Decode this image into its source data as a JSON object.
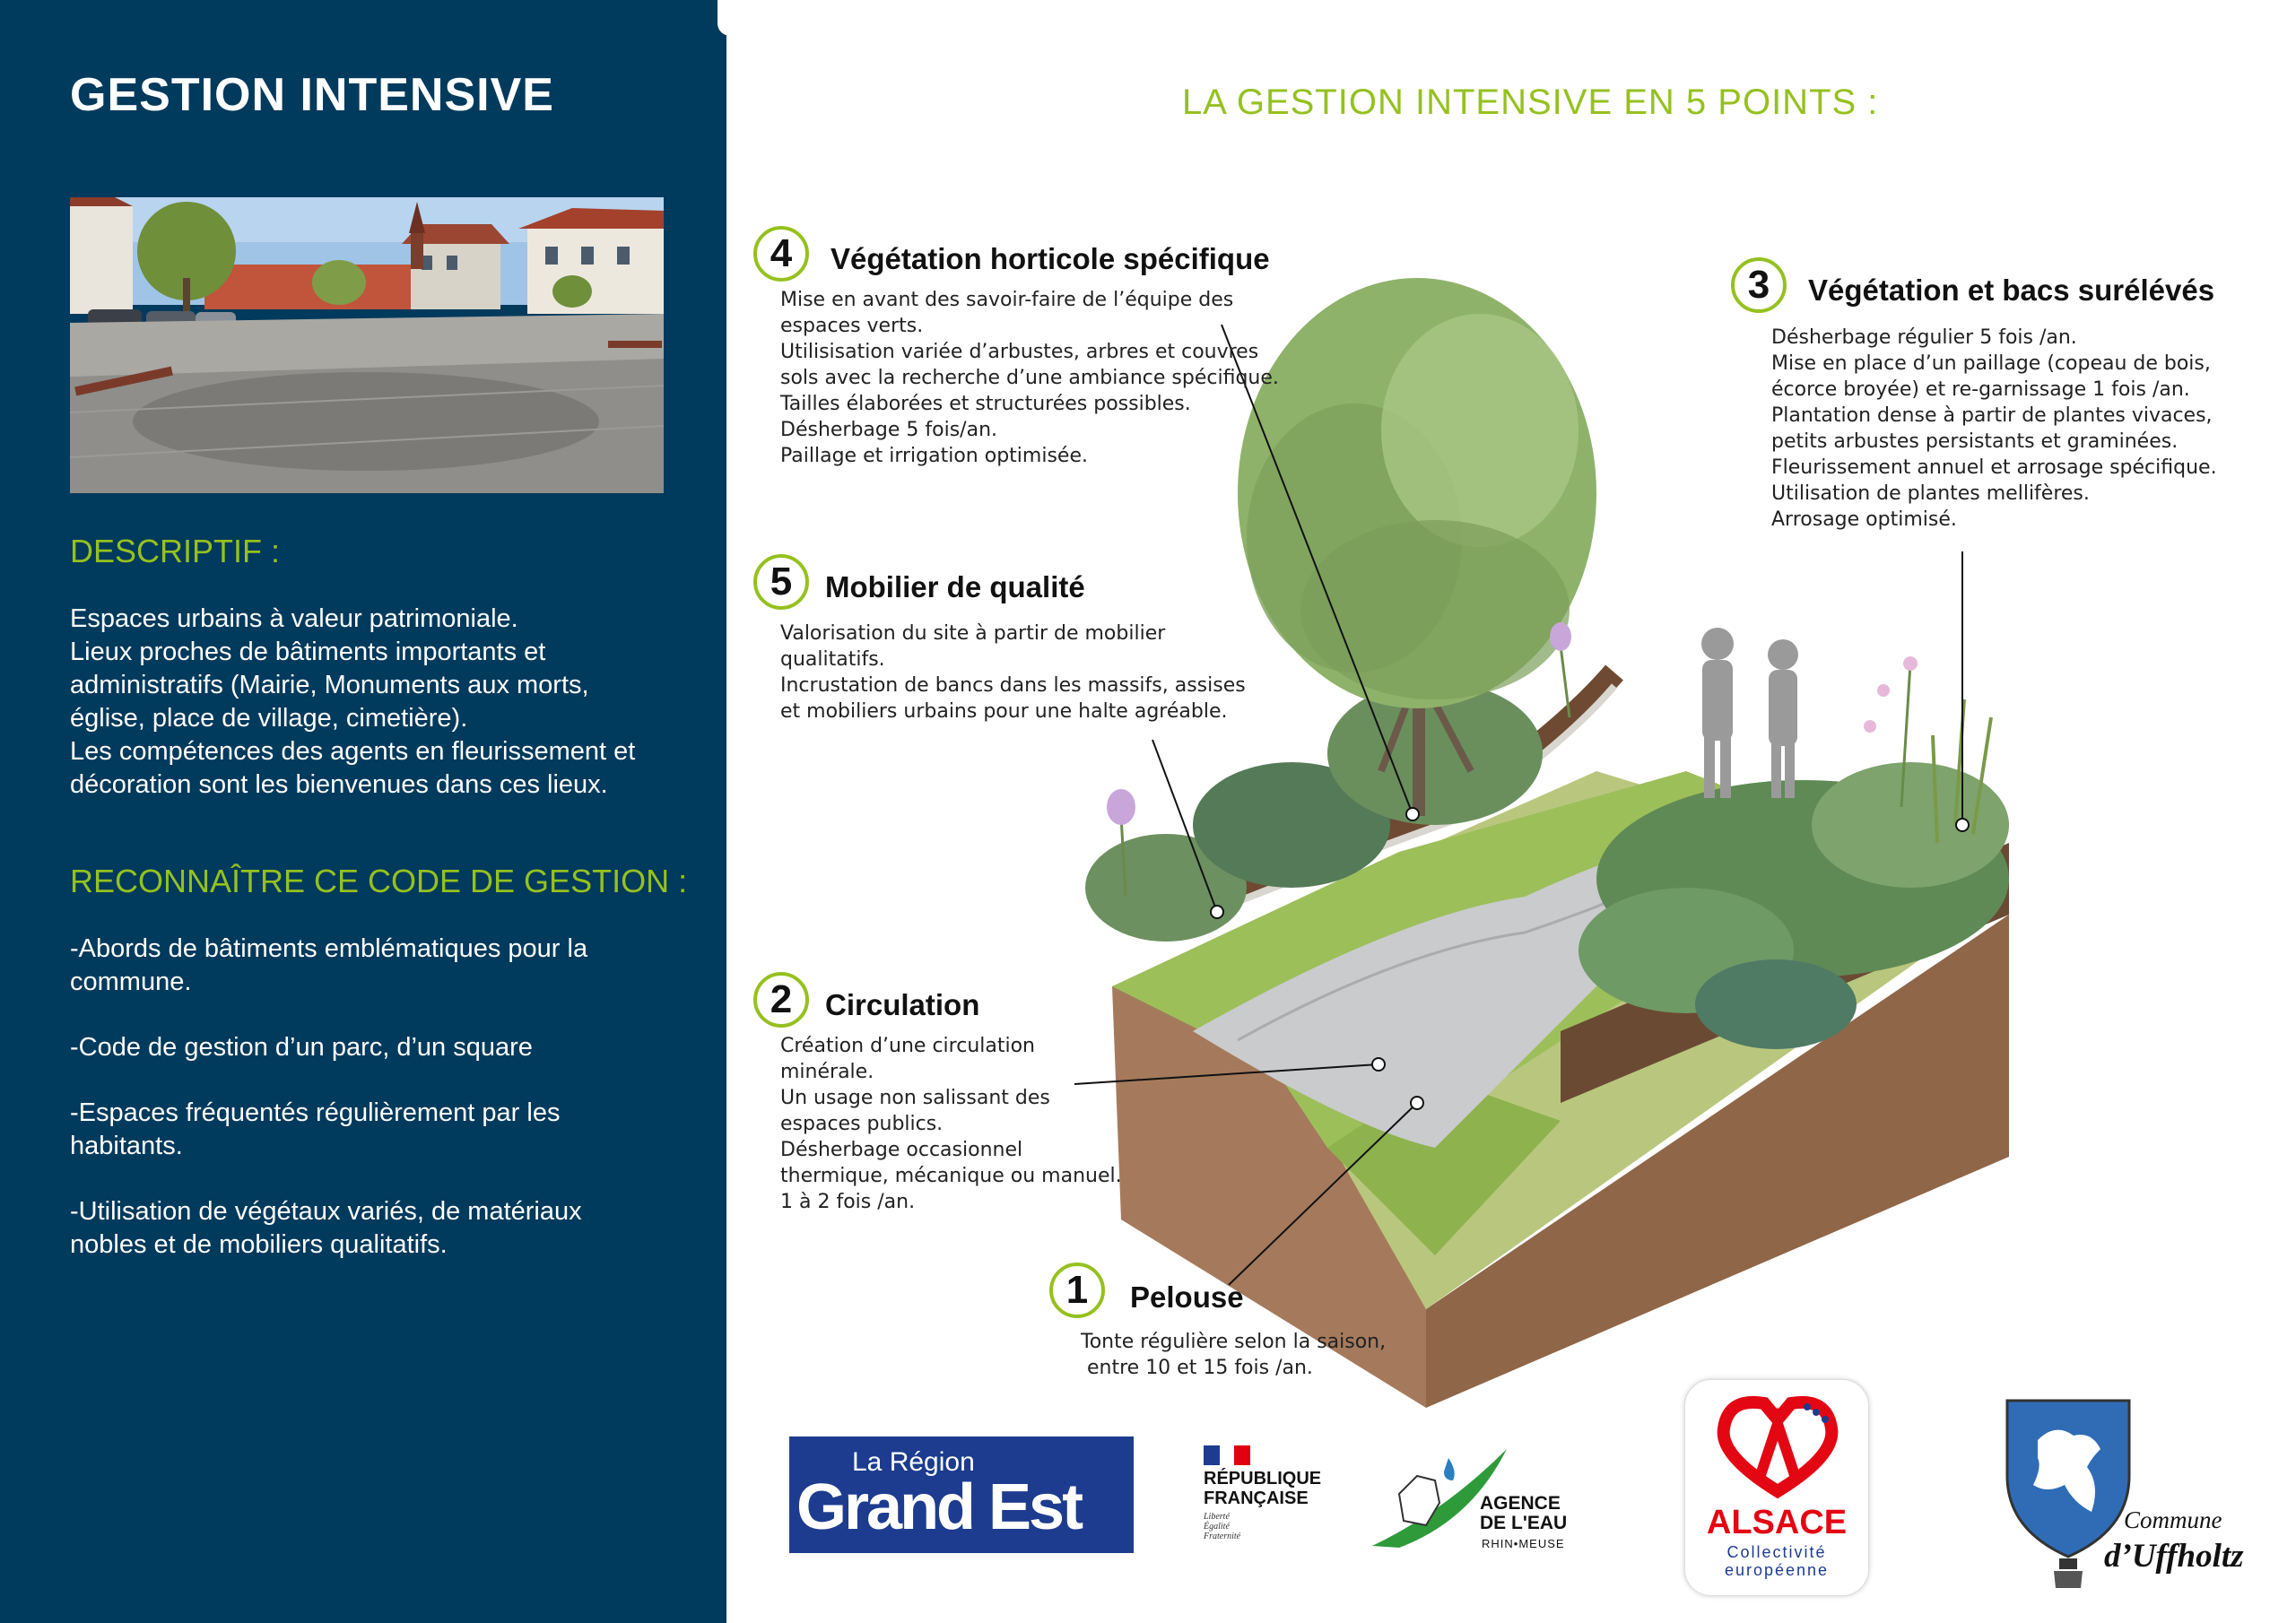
{
  "left": {
    "title": "GESTION INTENSIVE",
    "descriptif_heading": "DESCRIPTIF :",
    "descriptif_lines": [
      "Espaces urbains à valeur patrimoniale.",
      "Lieux proches de bâtiments importants et",
      "administratifs (Mairie, Monuments aux morts,",
      "église, place de village, cimetière).",
      "Les compétences des agents en fleurissement et",
      "décoration sont les bienvenues dans ces lieux."
    ],
    "reconnaitre_heading": "RECONNAÎTRE CE CODE DE GESTION :",
    "code_items": [
      [
        "-Abords de bâtiments emblématiques pour la",
        "commune."
      ],
      [
        "-Code de gestion d’un parc, d’un square"
      ],
      [
        "-Espaces fréquentés régulièrement par les",
        "habitants."
      ],
      [
        "-Utilisation de végétaux variés, de matériaux",
        "nobles et de mobiliers qualitatifs."
      ]
    ]
  },
  "main_title": "LA GESTION INTENSIVE EN 5 POINTS :",
  "points": {
    "p4": {
      "num": "4",
      "title": "Végétation horticole spécifique",
      "lines": [
        "Mise en avant des savoir-faire de l’équipe des",
        "espaces verts.",
        "Utilisisation variée d’arbustes, arbres et couvres",
        "sols avec la recherche d’une ambiance spécifique.",
        "Tailles élaborées et structurées possibles.",
        "Désherbage 5 fois/an.",
        "Paillage et irrigation optimisée."
      ]
    },
    "p5": {
      "num": "5",
      "title": "Mobilier de qualité",
      "lines": [
        "Valorisation du site à partir de mobilier",
        "qualitatifs.",
        "Incrustation de bancs dans les massifs, assises",
        "et mobiliers urbains pour une halte agréable."
      ]
    },
    "p3": {
      "num": "3",
      "title": "Végétation et bacs surélévés",
      "lines": [
        "Désherbage régulier 5 fois /an.",
        "Mise en place d’un paillage (copeau de bois,",
        "écorce broyée) et re-garnissage 1 fois /an.",
        "Plantation dense à partir de plantes vivaces,",
        "petits arbustes persistants et graminées.",
        "Fleurissement annuel et arrosage spécifique.",
        "Utilisation de plantes mellifères.",
        "Arrosage optimisé."
      ]
    },
    "p2": {
      "num": "2",
      "title": "Circulation",
      "lines": [
        "Création d’une circulation",
        "minérale.",
        "Un usage non salissant des",
        "espaces publics.",
        "Désherbage occasionnel",
        "thermique, mécanique ou manuel.",
        "1 à 2 fois /an."
      ]
    },
    "p1": {
      "num": "1",
      "title": "Pelouse",
      "lines": [
        "Tonte régulière selon la saison,",
        " entre 10 et 15 fois /an."
      ]
    }
  },
  "logos": {
    "region_line1": "La Région",
    "region_line2": "Grand Est",
    "rf_line1": "RÉPUBLIQUE",
    "rf_line2": "FRANÇAISE",
    "rf_motto": [
      "Liberté",
      "Égalité",
      "Fraternité"
    ],
    "agence_line1": "AGENCE",
    "agence_line2": "DE L'EAU",
    "agence_line3": "RHIN•MEUSE",
    "alsace_name": "ALSACE",
    "alsace_sub1": "Collectivité",
    "alsace_sub2": "européenne",
    "commune_line1": "Commune",
    "commune_line2": "d’Uffholtz"
  },
  "colors": {
    "panel": "#003a5c",
    "accent": "#95c11f",
    "region_blue": "#1d3c8f",
    "alsace_red": "#e30613"
  }
}
